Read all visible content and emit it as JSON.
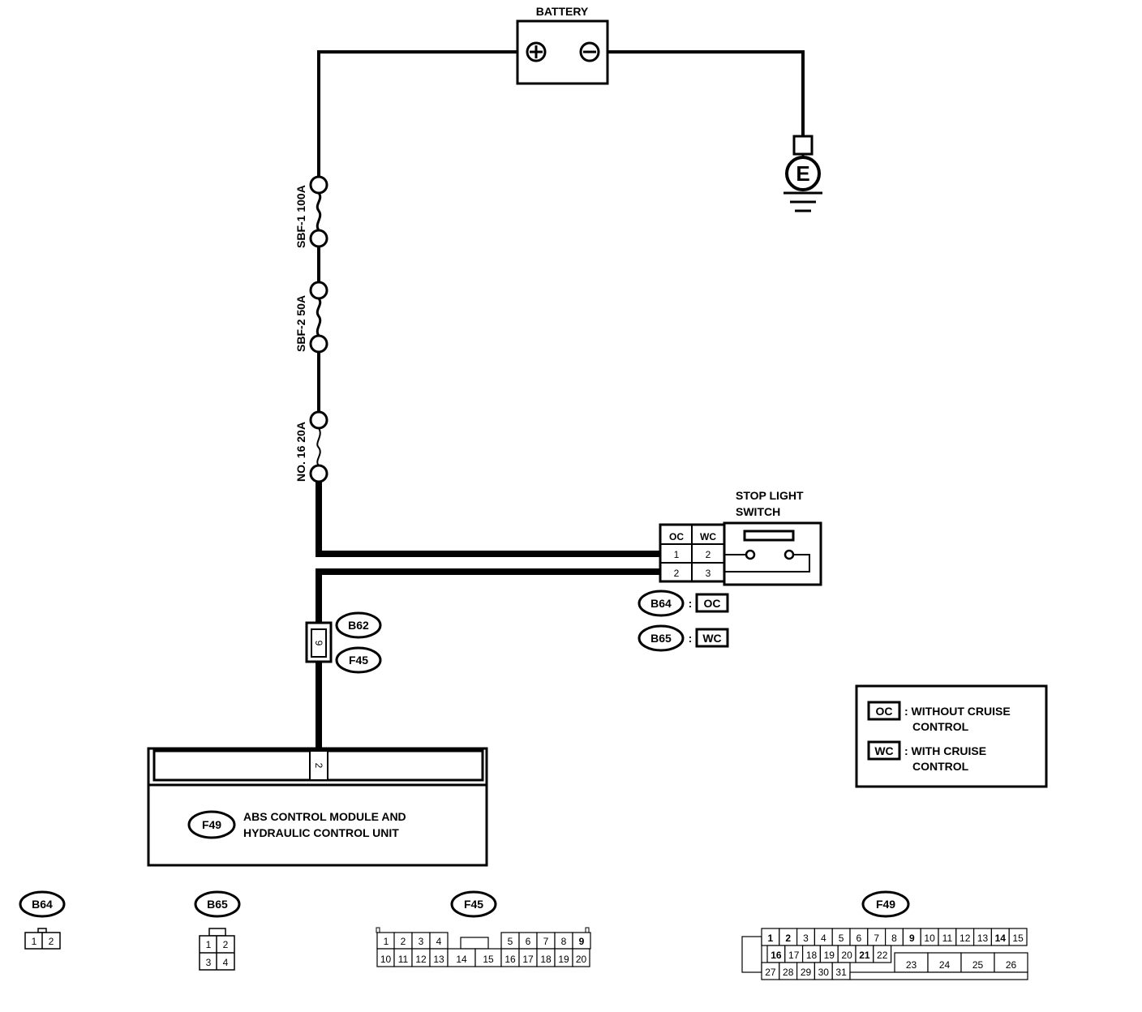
{
  "battery": {
    "label": "BATTERY",
    "ground_symbol": "E"
  },
  "fuses": [
    {
      "label": "SBF-1 100A"
    },
    {
      "label": "SBF-2 50A"
    },
    {
      "label": "NO. 16 20A"
    }
  ],
  "stop_light_switch": {
    "label_line1": "STOP LIGHT",
    "label_line2": "SWITCH",
    "header_oc": "OC",
    "header_wc": "WC",
    "pins": {
      "oc_top": "1",
      "wc_top": "2",
      "oc_bottom": "2",
      "wc_bottom": "3"
    }
  },
  "connector_refs": [
    {
      "id": "B64",
      "variant": "OC"
    },
    {
      "id": "B65",
      "variant": "WC"
    }
  ],
  "inline_connector": {
    "top_id": "B62",
    "bottom_id": "F45",
    "pin": "9"
  },
  "abs_module": {
    "connector": "F49",
    "pin": "2",
    "name_line1": "ABS CONTROL MODULE AND",
    "name_line2": "HYDRAULIC CONTROL UNIT"
  },
  "legend": {
    "items": [
      {
        "code": "OC",
        "line1": ": WITHOUT CRUISE",
        "line2": "CONTROL"
      },
      {
        "code": "WC",
        "line1": ": WITH CRUISE",
        "line2": "CONTROL"
      }
    ]
  },
  "connector_faces": {
    "B64": {
      "label": "B64",
      "pins": [
        "1",
        "2"
      ]
    },
    "B65": {
      "label": "B65",
      "pins": [
        "1",
        "2",
        "3",
        "4"
      ]
    },
    "F45": {
      "label": "F45",
      "top": [
        "1",
        "2",
        "3",
        "4",
        "5",
        "6",
        "7",
        "8",
        "9"
      ],
      "bottom": [
        "10",
        "11",
        "12",
        "13",
        "14",
        "15",
        "16",
        "17",
        "18",
        "19",
        "20"
      ]
    },
    "F49": {
      "label": "F49",
      "row1": [
        "1",
        "2",
        "3",
        "4",
        "5",
        "6",
        "7",
        "8",
        "9",
        "10",
        "11",
        "12",
        "13",
        "14",
        "15"
      ],
      "row2": [
        "16",
        "17",
        "18",
        "19",
        "20",
        "21",
        "22"
      ],
      "row2_large": [
        "23",
        "24",
        "25",
        "26"
      ],
      "row3": [
        "27",
        "28",
        "29",
        "30",
        "31"
      ]
    }
  }
}
